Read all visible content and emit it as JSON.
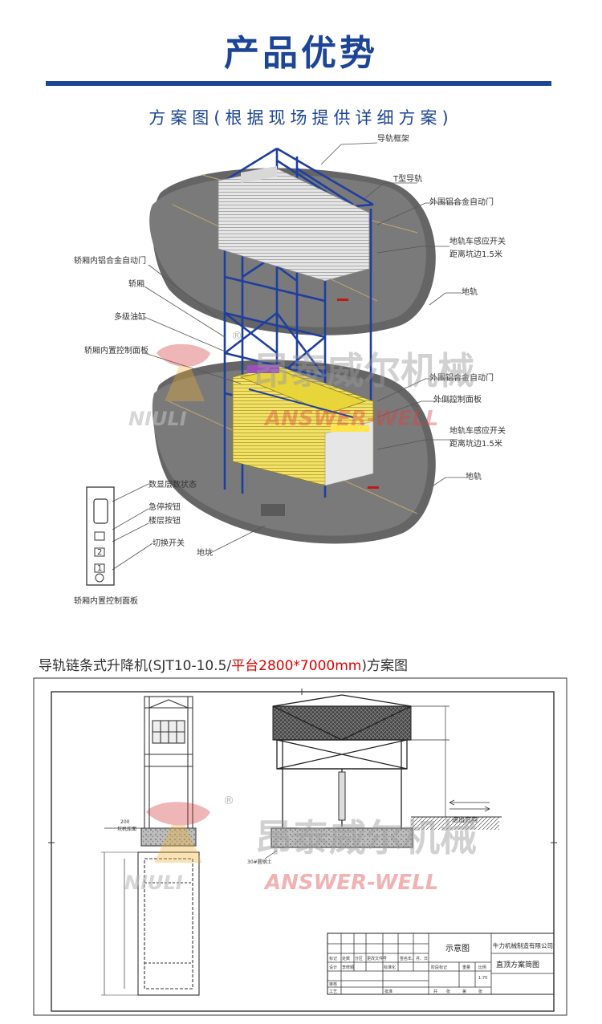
{
  "header": {
    "title": "产品优势",
    "subtitle": "方案图(根据现场提供详细方案)"
  },
  "diagram1": {
    "callouts_right": [
      "导轨框架",
      "T型导轨",
      "外围铝合金自动门",
      "地轨车感应开关",
      "距离坑边1.5米",
      "地轨",
      "外围铝合金自动门",
      "外侧控制面板",
      "地轨车感应开关",
      "距离坑边1.5米",
      "地轨"
    ],
    "callouts_left": [
      "轿厢内铝合金自动门",
      "轿厢",
      "多级油缸",
      "轿厢内置控制面板"
    ],
    "panel_labels": [
      "数显层数状态",
      "急停按钮",
      "楼层按钮",
      "切换开关"
    ],
    "pit_label": "地坑",
    "panel_caption": "轿厢内置控制面板",
    "panel_buttons": [
      "2",
      "1"
    ]
  },
  "watermark": {
    "brand_cn": "昂泰威尔机械",
    "brand_en": "ANSWER-WELL",
    "brand_en_left": "NIULI",
    "reg": "®"
  },
  "section2": {
    "title_prefix": "导轨链条式升降机(SJT10-10.5/",
    "title_highlight": "平台2800*7000mm",
    "title_suffix": ")方案图"
  },
  "drawing": {
    "left_note_value": "200",
    "left_note_label": "坑机库面",
    "pit_note": "30#圆钢土",
    "direction_label": "进出方向",
    "title_block": {
      "title": "示意图",
      "company": "牛力机械制造有限公司",
      "drawing_name": "直顶方案简图",
      "row1": [
        "标记",
        "处数",
        "分区",
        "更改文件号",
        "签名",
        "年、月、日"
      ],
      "row2": [
        "设计",
        "李修顺",
        "",
        "标准化"
      ],
      "row3": [
        "阶段标记",
        "重量",
        "比例"
      ],
      "scale": "1:70",
      "row4": [
        "审核",
        ""
      ],
      "row5": [
        "工艺",
        "",
        "批准"
      ],
      "row6": [
        "共",
        "张",
        "第",
        "张"
      ]
    }
  }
}
